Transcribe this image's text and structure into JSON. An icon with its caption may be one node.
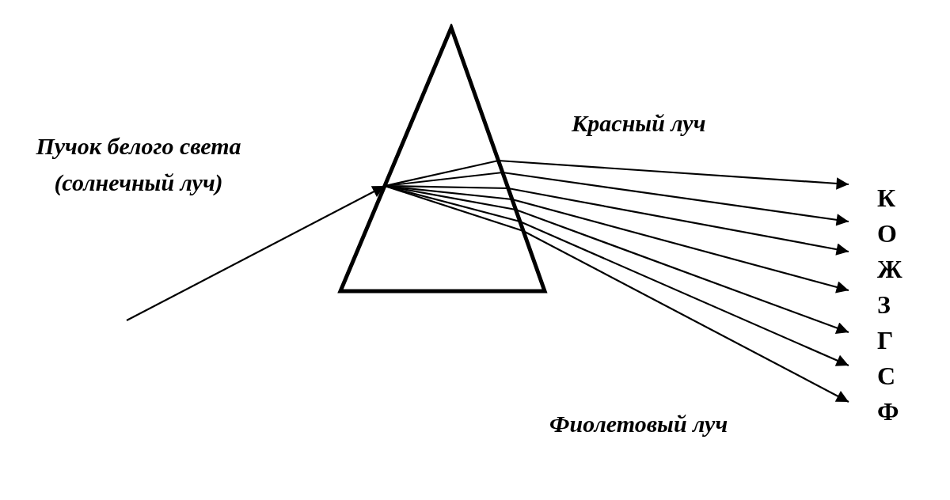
{
  "diagram": {
    "nodes": [
      {
        "text": [],
        "shape": "triangle"
      },
      {
        "text": [
          "К"
        ]
      },
      {
        "text": [
          "О"
        ]
      },
      {
        "text": [
          "Ж"
        ]
      },
      {
        "text": [
          "З"
        ]
      },
      {
        "text": [
          "Г"
        ]
      },
      {
        "text": [
          "С"
        ]
      },
      {
        "text": [
          "Ф"
        ]
      }
    ],
    "edges": [
      {
        "from": null,
        "to": 0,
        "arrow": "to"
      },
      {
        "from": 0,
        "to": 1,
        "arrow": "to"
      },
      {
        "from": 0,
        "to": 2,
        "arrow": "to"
      },
      {
        "from": 0,
        "to": 3,
        "arrow": "to"
      },
      {
        "from": 0,
        "to": 4,
        "arrow": "to"
      },
      {
        "from": 0,
        "to": 5,
        "arrow": "to"
      },
      {
        "from": 0,
        "to": 6,
        "arrow": "to"
      },
      {
        "from": 0,
        "to": 7,
        "arrow": "to"
      }
    ],
    "labels": [
      "Пучок белого света (солнечный луч)",
      "Красный луч",
      "Фиолетовый луч"
    ]
  }
}
